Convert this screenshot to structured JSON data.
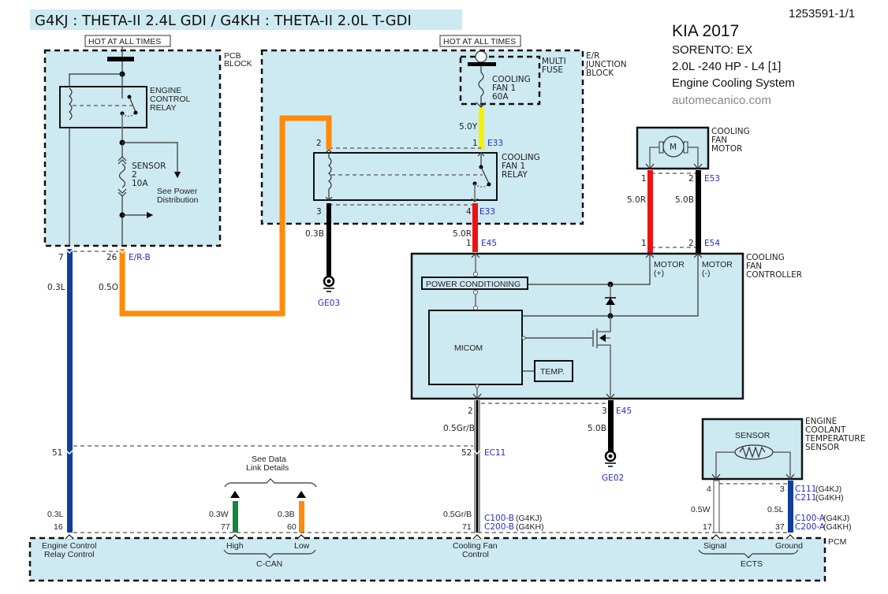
{
  "header": {
    "engine_title": "G4KJ : THETA-II 2.4L GDI / G4KH : THETA-II 2.0L T-GDI",
    "doc_id": "1253591-1/1",
    "make_year": "KIA 2017",
    "model": "SORENTO: EX",
    "engine": "2.0L -240 HP - L4 [1]",
    "system": "Engine Cooling System",
    "watermark": "automecanico.com"
  },
  "colors": {
    "panel_fill": "#cde9f1",
    "title_bg": "#cde9f1",
    "connector_text": "#2b2bc9",
    "wire_blue": "#0f3f9a",
    "wire_orange": "#ff8a0a",
    "wire_yellow": "#f5f000",
    "wire_red": "#ee1111",
    "wire_black": "#000000",
    "wire_green": "#16843a",
    "wire_gray": "#9a9a9a"
  },
  "power_tags": {
    "left": "HOT AT ALL TIMES",
    "right": "HOT AT ALL TIMES"
  },
  "pcb_block": {
    "label_1": "PCB",
    "label_2": "BLOCK",
    "relay_1": "ENGINE",
    "relay_2": "CONTROL",
    "relay_3": "RELAY",
    "fuse_1": "SENSOR",
    "fuse_2": "2",
    "fuse_3": "10A",
    "see_1": "See Power",
    "see_2": "Distribution"
  },
  "er_block": {
    "label_1": "E/R",
    "label_2": "JUNCTION",
    "label_3": "BLOCK",
    "multi_1": "MULTI",
    "multi_2": "FUSE",
    "fuse_1": "COOLING",
    "fuse_2": "FAN 1",
    "fuse_3": "60A",
    "relay_1": "COOLING",
    "relay_2": "FAN 1",
    "relay_3": "RELAY"
  },
  "fan_motor": {
    "label_1": "COOLING",
    "label_2": "FAN",
    "label_3": "MOTOR",
    "symbol": "M"
  },
  "controller": {
    "label_1": "COOLING",
    "label_2": "FAN",
    "label_3": "CONTROLLER",
    "power_conditioning": "POWER CONDITIONING",
    "micom": "MICOM",
    "temp": "TEMP.",
    "motor_pos_1": "MOTOR",
    "motor_pos_2": "(+)",
    "motor_neg_1": "MOTOR",
    "motor_neg_2": "(-)"
  },
  "ect_sensor": {
    "label_1": "ENGINE",
    "label_2": "COOLANT",
    "label_3": "TEMPERATURE",
    "label_4": "SENSOR",
    "inner": "SENSOR"
  },
  "pcm": {
    "label": "PCM",
    "ecrc_1": "Engine Control",
    "ecrc_2": "Relay Control",
    "high": "High",
    "low": "Low",
    "ccan": "C-CAN",
    "cfc_1": "Cooling Fan",
    "cfc_2": "Control",
    "signal": "Signal",
    "ground": "Ground",
    "ects": "ECTS"
  },
  "data_link": {
    "line_1": "See Data",
    "line_2": "Link Details"
  },
  "wires": {
    "w1_pin_top": "7",
    "w1_gauge": "0.3L",
    "w1_pin_mid": "51",
    "w1_gauge_2": "0.3L",
    "w1_pin_bot": "16",
    "w2_pin_top": "26",
    "w2_conn": "E/R-B",
    "w2_gauge": "0.5O",
    "w3_pin_relay": "2",
    "w4_pin": "3",
    "w4_gauge": "0.3B",
    "w4_ground": "GE03",
    "w5_gauge": "5.0Y",
    "w5_pin": "1",
    "w5_conn": "E33",
    "w6_pin": "4",
    "w6_conn": "E33",
    "w6_gauge": "5.0R",
    "w6_pin_b": "1",
    "w6_conn_b": "E45",
    "m_pin1": "1",
    "m_pin2": "2",
    "m_conn_top": "E53",
    "m_gauge_r": "5.0R",
    "m_gauge_b": "5.0B",
    "m_pin1_b": "1",
    "m_pin2_b": "2",
    "m_conn_bot": "E54",
    "c_pin2": "2",
    "c_gauge": "0.5Gr/B",
    "c_pin52": "52",
    "c_conn_mid": "EC11",
    "c_gauge_2": "0.5Gr/B",
    "c_pin71": "71",
    "c_conn_kj": "C100-B",
    "c_conn_kh": "C200-B",
    "c_suffix_kj": "(G4KJ)",
    "c_suffix_kh": "(G4KH)",
    "g_pin3": "3",
    "g_conn": "E45",
    "g_gauge": "5.0B",
    "g_ground": "GE02",
    "can_h_gauge": "0.3W",
    "can_h_pin": "77",
    "can_l_gauge": "0.3B",
    "can_l_pin": "60",
    "s_pin4": "4",
    "s_pin3": "3",
    "s_conn_kj": "C111",
    "s_conn_kh": "C211",
    "s_suffix_kj": "(G4KJ)",
    "s_suffix_kh": "(G4KH)",
    "s_gauge_w": "0.5W",
    "s_gauge_l": "0.5L",
    "s_pin17": "17",
    "s_pin37": "37",
    "s_pcm_kj": "C100-A",
    "s_pcm_kh": "C200-A",
    "s_pcm_suffix_kj": "(G4KJ)",
    "s_pcm_suffix_kh": "(G4KH)"
  }
}
